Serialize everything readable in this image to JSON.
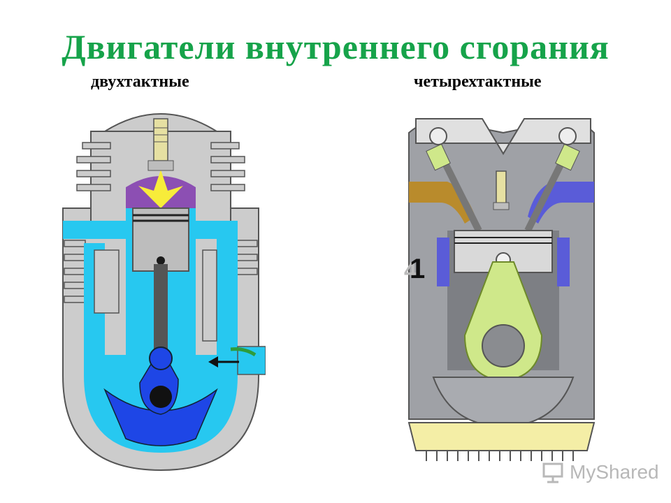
{
  "title": "Двигатели внутреннего сгорания",
  "left": {
    "label": "двухтактные"
  },
  "right": {
    "label": "четырехтактные",
    "stroke_number": "1",
    "stroke_number_shadow": "4"
  },
  "watermark": {
    "text": "MyShared",
    "icon": "presentation-board-icon"
  },
  "colors": {
    "title": "#16a34a",
    "coolant": "#27c8f0",
    "crank": "#1e46e6",
    "combustion": "#8c4fb3",
    "metal": "#c8c8c8",
    "conrod": "#cfe88a",
    "intake": "#b98b2c",
    "exhaust": "#5a5cd8",
    "oil": "#f4eea6"
  }
}
